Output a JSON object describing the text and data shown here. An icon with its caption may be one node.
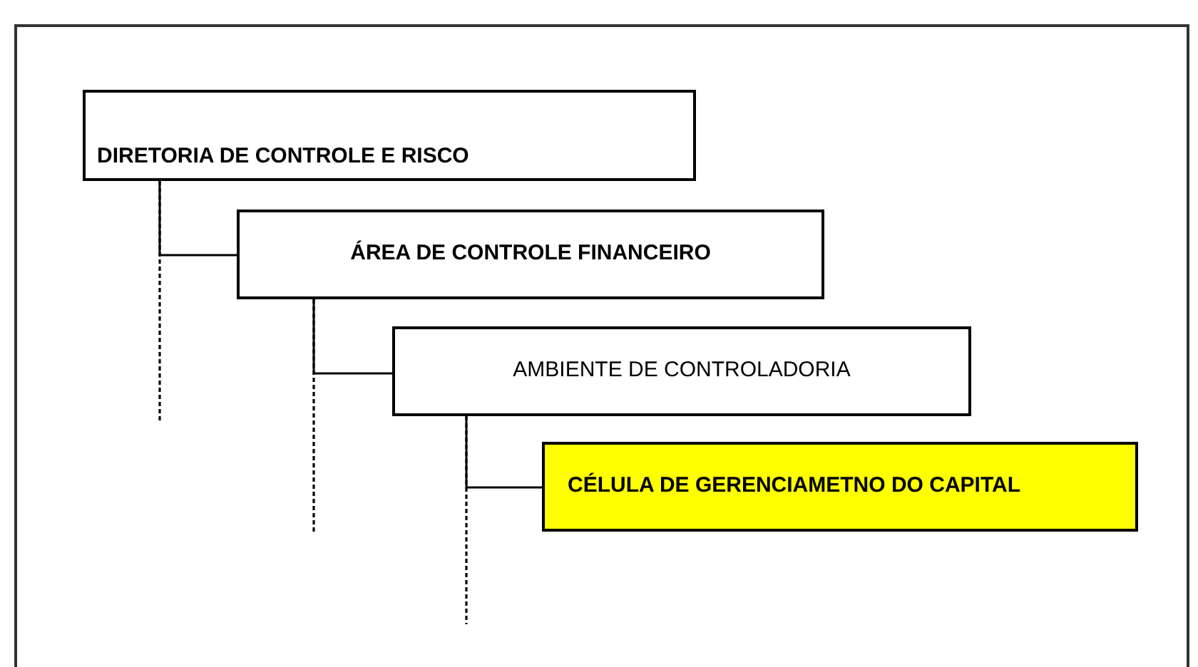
{
  "diagram": {
    "nodes": [
      {
        "text": [
          "DIRETORIA DE CONTROLE E RISCO"
        ]
      },
      {
        "text": [
          "ÁREA DE CONTROLE FINANCEIRO"
        ]
      },
      {
        "text": [
          "AMBIENTE DE CONTROLADORIA"
        ]
      },
      {
        "text": [
          "CÉLULA DE GERENCIAMETNO DO CAPITAL"
        ]
      }
    ],
    "edges": [
      {
        "from": 0,
        "to": 1,
        "arrow": "none"
      },
      {
        "from": 0,
        "to": null,
        "arrow": "none",
        "style": "dashed"
      },
      {
        "from": 1,
        "to": 2,
        "arrow": "none"
      },
      {
        "from": 1,
        "to": null,
        "arrow": "none",
        "style": "dashed"
      },
      {
        "from": 2,
        "to": 3,
        "arrow": "none"
      },
      {
        "from": 2,
        "to": null,
        "arrow": "none",
        "style": "dashed"
      }
    ]
  }
}
